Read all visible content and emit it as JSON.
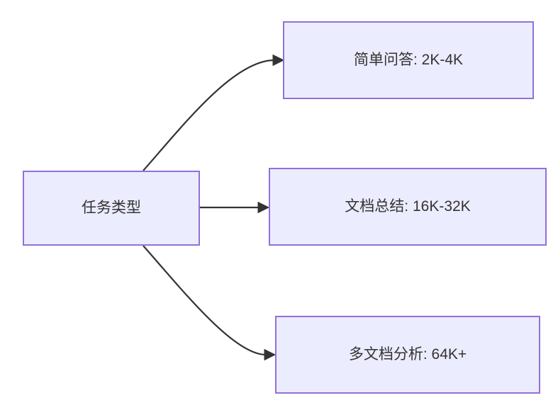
{
  "diagram": {
    "type": "flowchart-left-to-right",
    "background_color": "#ffffff",
    "colors": {
      "node_fill": "#ECECFF",
      "node_border": "#9370DB",
      "edge": "#333333",
      "text": "#333333"
    },
    "root": {
      "label": "任务类型"
    },
    "children": [
      {
        "label": "简单问答: 2K-4K"
      },
      {
        "label": "文档总结: 16K-32K"
      },
      {
        "label": "多文档分析: 64K+"
      }
    ],
    "edges": [
      {
        "from": "任务类型",
        "to": "简单问答: 2K-4K"
      },
      {
        "from": "任务类型",
        "to": "文档总结: 16K-32K"
      },
      {
        "from": "任务类型",
        "to": "多文档分析: 64K+"
      }
    ]
  }
}
